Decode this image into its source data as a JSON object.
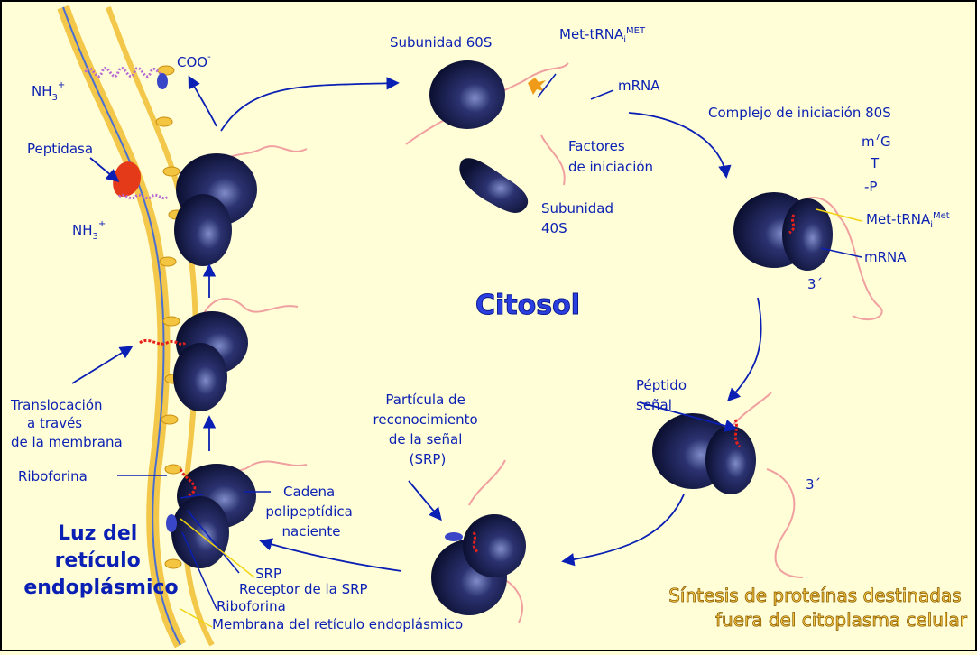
{
  "colors": {
    "background": "#fffed6",
    "label": "#0a1fb3",
    "title_fill": "#ffd24a",
    "ribosome": "#141a4a",
    "membrane": "#f3c84a",
    "mrna": "#f0a0a0"
  },
  "labels": {
    "coo": "COO",
    "coo_sup": "-",
    "nh3_top": "NH",
    "nh3_top_sub": "3",
    "nh3_top_sup": "+",
    "peptidasa": "Peptidasa",
    "nh3_mid": "NH",
    "nh3_mid_sub": "3",
    "nh3_mid_sup": "+",
    "translocacion": [
      "Translocación",
      "a través",
      "de la membrana"
    ],
    "riboforina_top": "Riboforina",
    "luz": [
      "Luz del",
      "retículo",
      "endoplásmico"
    ],
    "cadena": [
      "Cadena",
      "polipeptídica",
      "naciente"
    ],
    "srp": "SRP",
    "receptor": "Receptor de la SRP",
    "riboforina_bottom": "Riboforina",
    "membrana": "Membrana del retículo endoplásmico",
    "subunidad60": "Subunidad 60S",
    "met_top_main": "Met-tRNA",
    "met_top_sub": "i",
    "met_top_sup": "MET",
    "mrna_top": "mRNA",
    "factores": [
      "Factores",
      "de iniciación"
    ],
    "subunidad40": [
      "Subunidad",
      "40S"
    ],
    "complejo": "Complejo de iniciación 80S",
    "m7g_main": "m",
    "m7g_sup": "7",
    "m7g_end": "G",
    "t": "T",
    "p": "-P",
    "met_right_main": "Met-tRNA",
    "met_right_sub": "i",
    "met_right_sup": "Met",
    "mrna_right": "mRNA",
    "three_prime_a": "3´",
    "citosol": "Citosol",
    "peptido": [
      "Péptido",
      "señal"
    ],
    "three_prime_b": "3´",
    "particula": [
      "Partícula de",
      "reconocimiento",
      "de la señal",
      "(SRP)"
    ],
    "sintesis": [
      "Síntesis de proteínas destinadas",
      "fuera del  citoplasma celular"
    ]
  }
}
